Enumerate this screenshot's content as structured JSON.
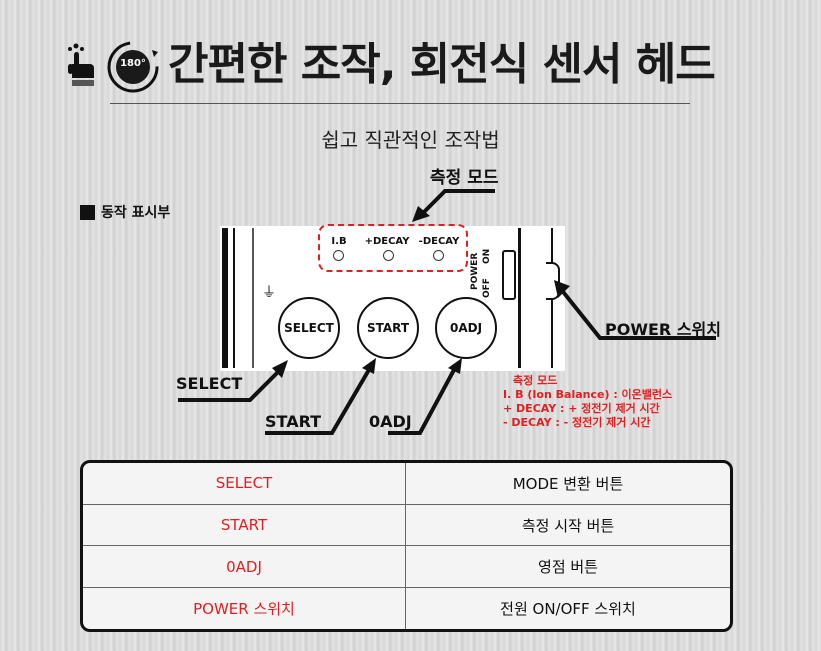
{
  "header": {
    "title": "간편한 조작, 회전식 센서 헤드",
    "badge": "180°",
    "subtitle": "쉽고 직관적인 조작법"
  },
  "diagram": {
    "section_label": "동작 표시부",
    "mode_callout": "측정 모드",
    "leds": [
      {
        "label": "I.B"
      },
      {
        "label": "+DECAY"
      },
      {
        "label": "-DECAY"
      }
    ],
    "power_labels": {
      "power": "POWER",
      "off": "OFF",
      "on": "ON"
    },
    "ground_symbol": "⏚",
    "buttons": [
      {
        "label": "SELECT"
      },
      {
        "label": "START"
      },
      {
        "label": "0ADJ"
      }
    ],
    "callouts": {
      "select": "SELECT",
      "start": "START",
      "oadj": "0ADJ",
      "power": "POWER 스위치"
    },
    "legend": {
      "title": "측정 모드",
      "lines": [
        "I. B (Ion Balance) : 이온밸런스",
        "+ DECAY : + 정전기 제거 시간",
        "- DECAY : - 정전기 제거 시간"
      ]
    }
  },
  "table": {
    "rows": [
      {
        "key": "SELECT",
        "value": "MODE 변환 버튼"
      },
      {
        "key": "START",
        "value": "측정 시작 버튼"
      },
      {
        "key": "0ADJ",
        "value": "영점 버튼"
      },
      {
        "key": "POWER 스위치",
        "value": "전원 ON/OFF 스위치"
      }
    ]
  },
  "colors": {
    "accent_red": "#e02020",
    "text_dark": "#111111"
  }
}
